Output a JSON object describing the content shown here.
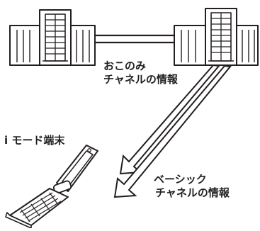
{
  "labels": {
    "okonomi_line1": "おこのみ",
    "okonomi_line2": "チャネルの情報",
    "imode_terminal": "i モード端末",
    "basic_line1": "ベーシック",
    "basic_line2": "チャネルの情報"
  },
  "colors": {
    "ink": "#231f20",
    "building_fill": "#ffffff",
    "phone_fill": "#ffffff"
  },
  "icons": {
    "left_building": "office-building-icon",
    "right_building": "office-building-icon",
    "phone": "flip-phone-icon"
  }
}
